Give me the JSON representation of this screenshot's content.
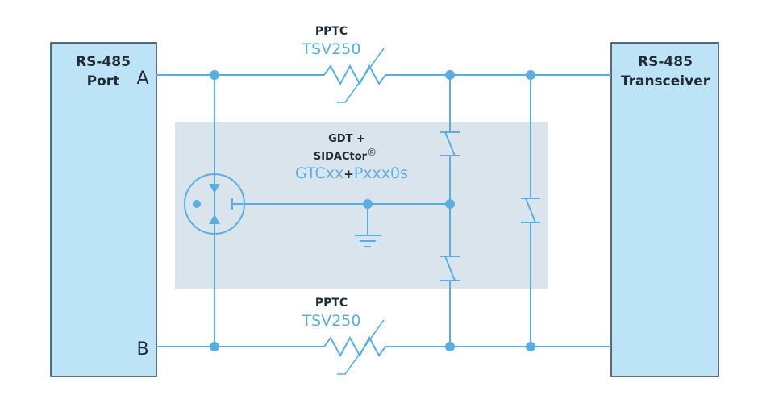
{
  "left_block": {
    "line1": "RS-485",
    "line2": "Port"
  },
  "right_block": {
    "line1": "RS-485",
    "line2": "Transceiver"
  },
  "pins": {
    "a": "A",
    "b": "B"
  },
  "pptc_top": {
    "type": "PPTC",
    "part": "TSV250"
  },
  "pptc_bottom": {
    "type": "PPTC",
    "part": "TSV250"
  },
  "protection": {
    "line1": "GDT +",
    "line2": "SIDACtor",
    "reg": "®",
    "part_a": "GTCxx",
    "plus": "+",
    "part_b": "Pxxx0s"
  },
  "colors": {
    "wire": "#5aaedf",
    "block_fill": "#bde3f7",
    "panel_fill": "#dae4ec",
    "text_dark": "#1f2a36"
  }
}
